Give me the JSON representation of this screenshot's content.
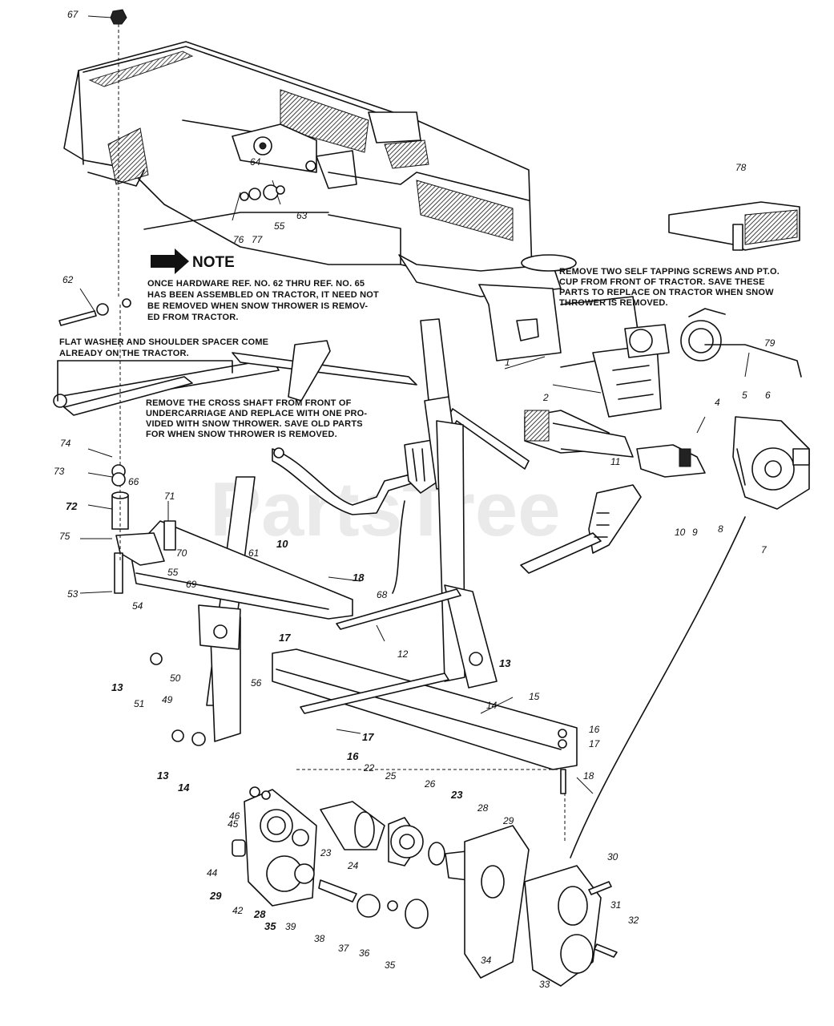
{
  "watermark": "PartsTree",
  "notes": {
    "title": "NOTE",
    "note_main": [
      "ONCE HARDWARE REF. NO. 62 THRU REF. NO. 65",
      "HAS BEEN ASSEMBLED ON TRACTOR, IT NEED NOT",
      "BE REMOVED WHEN SNOW THROWER IS REMOV-",
      "ED FROM TRACTOR."
    ],
    "note_washer": [
      "FLAT WASHER AND SHOULDER SPACER COME",
      "ALREADY ON THE TRACTOR."
    ],
    "note_pto": [
      "REMOVE TWO SELF TAPPING SCREWS AND PT.O.",
      "CUP FROM FRONT OF TRACTOR. SAVE THESE",
      "PARTS TO REPLACE ON TRACTOR WHEN SNOW",
      "THROWER IS REMOVED."
    ],
    "note_shaft": [
      "REMOVE THE CROSS SHAFT FROM FRONT OF",
      "UNDERCARRIAGE AND REPLACE WITH ONE PRO-",
      "VIDED WITH SNOW THROWER. SAVE OLD PARTS",
      "FOR WHEN SNOW THROWER IS REMOVED."
    ]
  },
  "callouts": [
    "67",
    "64",
    "63",
    "55",
    "77",
    "76",
    "78",
    "62",
    "79",
    "1",
    "2",
    "4",
    "5",
    "6",
    "11",
    "10",
    "9",
    "8",
    "7",
    "74",
    "73",
    "66",
    "72",
    "71",
    "75",
    "70",
    "55",
    "69",
    "53",
    "54",
    "10",
    "18",
    "61",
    "68",
    "12",
    "17",
    "13",
    "51",
    "50",
    "56",
    "49",
    "13",
    "14",
    "15",
    "16",
    "17",
    "18",
    "17",
    "16",
    "13",
    "14",
    "22",
    "25",
    "26",
    "23",
    "28",
    "29",
    "46",
    "45",
    "44",
    "23",
    "24",
    "29",
    "42",
    "28",
    "35",
    "39",
    "38",
    "37",
    "36",
    "35",
    "34",
    "33",
    "30",
    "31",
    "32"
  ]
}
